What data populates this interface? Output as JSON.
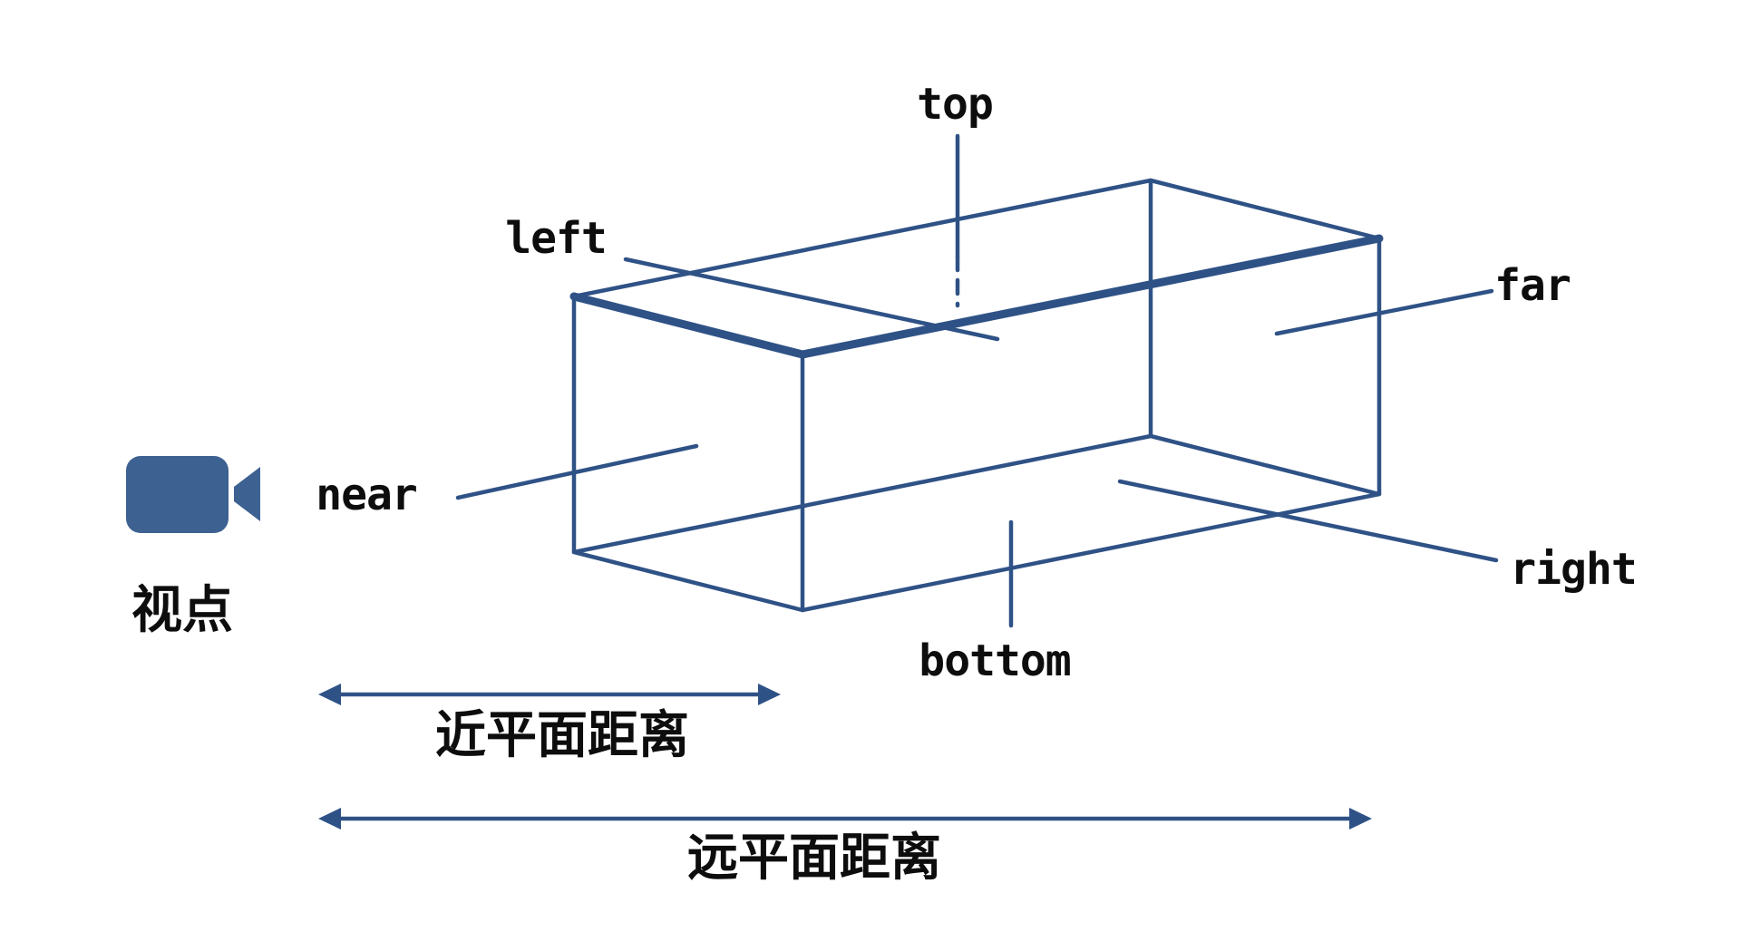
{
  "colors": {
    "line": "#2f5286",
    "camera": "#3d6191",
    "text": "#0d0d0d",
    "background": "#ffffff"
  },
  "frustum_labels": {
    "top": "top",
    "left": "left",
    "far": "far",
    "near": "near",
    "right": "right",
    "bottom": "bottom"
  },
  "annotations": {
    "viewpoint": "视点",
    "near_plane_distance": "近平面距离",
    "far_plane_distance": "远平面距离"
  },
  "icons": {
    "camera": "video-camera-icon"
  }
}
